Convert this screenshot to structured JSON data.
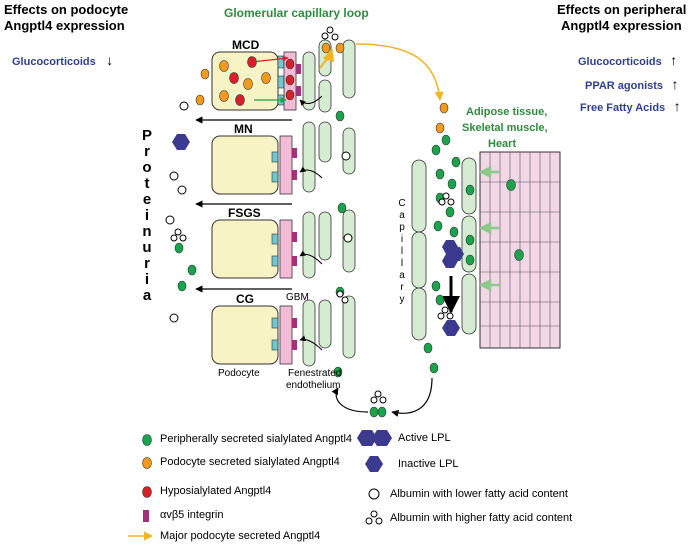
{
  "left_header": {
    "line1": "Effects on podocyte",
    "line2": "Angptl4 expression"
  },
  "left_factor": {
    "label": "Glucocorticoids",
    "arrow": "↓"
  },
  "center_title": "Glomerular capillary loop",
  "right_header": {
    "line1": "Effects on peripheral",
    "line2": "Angptl4 expression"
  },
  "right_factors": [
    {
      "label": "Glucocorticoids",
      "arrow": "↑"
    },
    {
      "label": "PPAR agonists",
      "arrow": "↑"
    },
    {
      "label": "Free Fatty Acids",
      "arrow": "↑"
    }
  ],
  "tissue_label": {
    "line1": "Adipose tissue,",
    "line2": "Skeletal muscle,",
    "line3": "Heart"
  },
  "proteinuria_letters": [
    "P",
    "r",
    "o",
    "t",
    "e",
    "i",
    "n",
    "u",
    "r",
    "i",
    "a"
  ],
  "capillary_letters": [
    "C",
    "a",
    "p",
    "i",
    "l",
    "l",
    "a",
    "r",
    "y"
  ],
  "disease_labels": [
    "MCD",
    "MN",
    "FSGS",
    "CG"
  ],
  "gbm_label": "GBM",
  "podocyte_label": "Podocyte",
  "endothelium_label": {
    "line1": "Fenestrated",
    "line2": "endothelium"
  },
  "legend": {
    "peripheral": "Peripherally secreted sialylated Angptl4",
    "podocyte": "Podocyte secreted sialylated Angptl4",
    "hyposialylated": "Hyposialylated Angptl4",
    "integrin": "αvβ5 integrin",
    "major": "Major podocyte secreted Angptl4",
    "active_lpl": "Active LPL",
    "inactive_lpl": "Inactive LPL",
    "albumin_low": "Albumin with lower fatty acid content",
    "albumin_high": "Albumin with higher fatty acid content"
  },
  "colors": {
    "green_dot": "#1aa34a",
    "orange_dot": "#f39a1e",
    "red_dot": "#d6202a",
    "lpl": "#3b3a8f",
    "integrin": "#a3307a",
    "podocyte": "#f7f3c4",
    "gbm": "#f3bcd6",
    "endothelium": "#d6ecd2",
    "arrow_yellow": "#f3b21e",
    "title_green": "#2e8b3e",
    "factor_blue": "#2f3f8f"
  }
}
